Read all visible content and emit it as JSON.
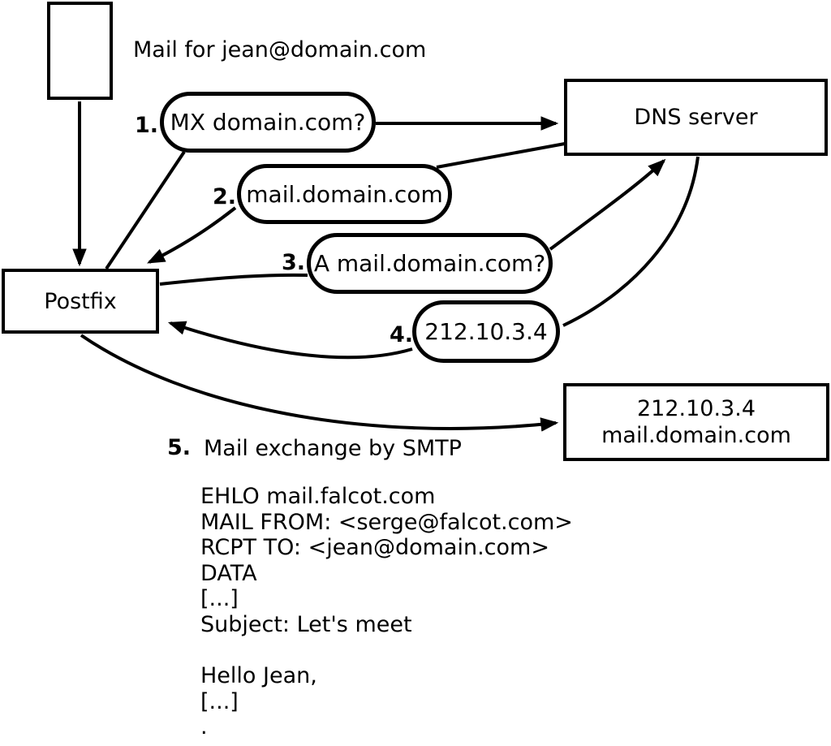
{
  "colors": {
    "ink": "#000000",
    "paper": "#ffffff"
  },
  "diagram": {
    "mail_label": "Mail for jean@domain.com",
    "nodes": {
      "postfix": "Postfix",
      "dns": "DNS server",
      "target_line1": "212.10.3.4",
      "target_line2": "mail.domain.com"
    },
    "steps": [
      {
        "num": "1.",
        "label": "MX domain.com?"
      },
      {
        "num": "2.",
        "label": "mail.domain.com"
      },
      {
        "num": "3.",
        "label": "A mail.domain.com?"
      },
      {
        "num": "4.",
        "label": "212.10.3.4"
      },
      {
        "num": "5.",
        "label": "Mail exchange by SMTP"
      }
    ],
    "smtp_transcript": [
      "EHLO mail.falcot.com",
      "MAIL FROM: <serge@falcot.com>",
      "RCPT TO: <jean@domain.com>",
      "DATA",
      "[...]",
      "Subject: Let's meet",
      "",
      "Hello Jean,",
      "[...]",
      "."
    ]
  }
}
